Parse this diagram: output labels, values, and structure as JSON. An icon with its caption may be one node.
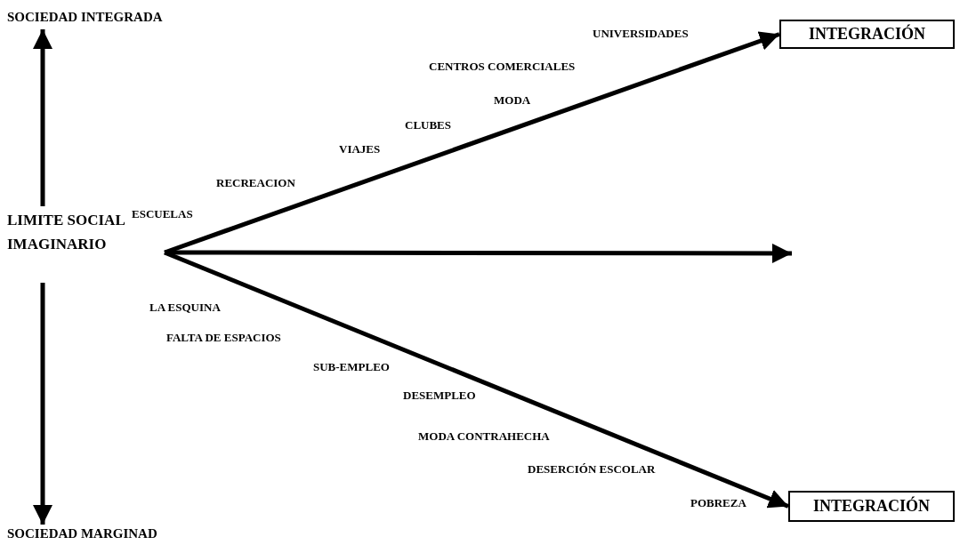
{
  "diagram": {
    "nodes": [
      {
        "text": [
          "SOCIEDAD INTEGRADA"
        ]
      },
      {
        "text": [
          "INTEGRACIÓN"
        ]
      },
      {
        "text": [
          "LIMITE SOCIAL IMAGINARIO"
        ]
      },
      {
        "text": [
          "INTEGRACIÓN"
        ]
      },
      {
        "text": [
          "SOCIEDAD MARGINAD"
        ]
      }
    ],
    "edges": [
      {
        "from": 2,
        "to": 0,
        "arrow": "to"
      },
      {
        "from": null,
        "to": 1,
        "arrow": "to"
      },
      {
        "from": null,
        "to": 3,
        "arrow": "to"
      },
      {
        "from": 2,
        "to": 4,
        "arrow": "to"
      }
    ],
    "labels": [
      "UNIVERSIDADES",
      "CENTROS COMERCIALES",
      "MODA",
      "CLUBES",
      "VIAJES",
      "RECREACION",
      "ESCUELAS",
      "LA ESQUINA",
      "FALTA DE ESPACIOS",
      "SUB-EMPLEO",
      "DESEMPLEO",
      "MODA CONTRAHECHA",
      "DESERCIÓN ESCOLAR",
      "POBREZA"
    ]
  }
}
